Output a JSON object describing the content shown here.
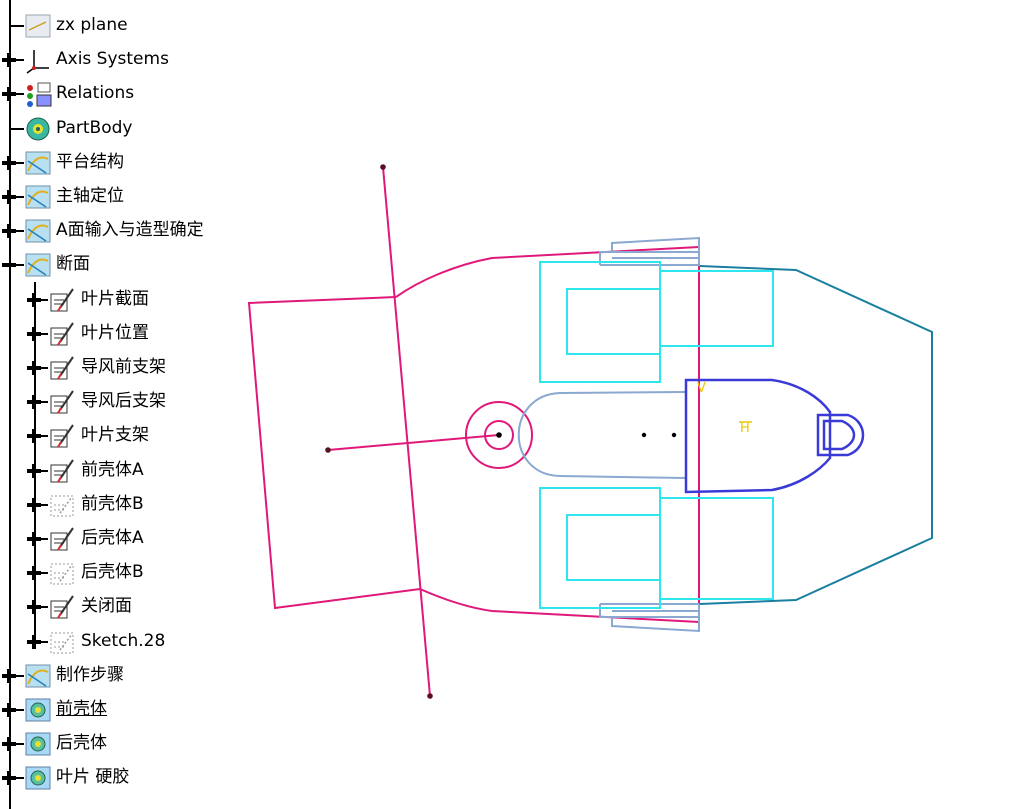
{
  "tree": {
    "items": [
      {
        "label": "zx plane",
        "icon": "plane-icon",
        "level": 0,
        "expander": "none"
      },
      {
        "label": "Axis Systems",
        "icon": "axis-system-icon",
        "level": 0,
        "expander": "plus"
      },
      {
        "label": "Relations",
        "icon": "relations-icon",
        "level": 0,
        "expander": "plus"
      },
      {
        "label": "PartBody",
        "icon": "partbody-icon",
        "level": 0,
        "expander": "none"
      },
      {
        "label": "平台结构",
        "icon": "geometrical-set-icon",
        "level": 0,
        "expander": "plus"
      },
      {
        "label": "主轴定位",
        "icon": "geometrical-set-icon",
        "level": 0,
        "expander": "plus"
      },
      {
        "label": "A面输入与造型确定",
        "icon": "geometrical-set-icon",
        "level": 0,
        "expander": "plus"
      },
      {
        "label": "断面",
        "icon": "geometrical-set-icon",
        "level": 0,
        "expander": "minus"
      },
      {
        "label": "叶片截面",
        "icon": "sketch-icon",
        "level": 1,
        "expander": "plus"
      },
      {
        "label": "叶片位置",
        "icon": "sketch-icon",
        "level": 1,
        "expander": "plus"
      },
      {
        "label": "导风前支架",
        "icon": "sketch-icon",
        "level": 1,
        "expander": "plus"
      },
      {
        "label": "导风后支架",
        "icon": "sketch-icon",
        "level": 1,
        "expander": "plus"
      },
      {
        "label": "叶片支架",
        "icon": "sketch-icon",
        "level": 1,
        "expander": "plus"
      },
      {
        "label": "前壳体A",
        "icon": "sketch-icon",
        "level": 1,
        "expander": "plus"
      },
      {
        "label": "前壳体B",
        "icon": "sketch-hidden-icon",
        "level": 1,
        "expander": "plus"
      },
      {
        "label": "后壳体A",
        "icon": "sketch-icon",
        "level": 1,
        "expander": "plus"
      },
      {
        "label": "后壳体B",
        "icon": "sketch-hidden-icon",
        "level": 1,
        "expander": "plus"
      },
      {
        "label": "关闭面",
        "icon": "sketch-icon",
        "level": 1,
        "expander": "plus"
      },
      {
        "label": "Sketch.28",
        "icon": "sketch-hidden-icon",
        "level": 1,
        "expander": "plus"
      },
      {
        "label": "制作步骤",
        "icon": "geometrical-set-icon",
        "level": 0,
        "expander": "plus"
      },
      {
        "label": "前壳体",
        "icon": "body-icon",
        "level": 0,
        "expander": "plus",
        "underline": true
      },
      {
        "label": "后壳体",
        "icon": "body-icon",
        "level": 0,
        "expander": "plus"
      },
      {
        "label": "叶片 硬胶",
        "icon": "body-icon",
        "level": 0,
        "expander": "plus"
      }
    ]
  },
  "colors": {
    "magenta": "#e0187a",
    "cyan": "#2ee6ee",
    "grayblue": "#8aa8d0",
    "teal": "#1a7fa0",
    "blue": "#3a3ad8",
    "yellow": "#e8c800",
    "point": "#5a1020"
  }
}
